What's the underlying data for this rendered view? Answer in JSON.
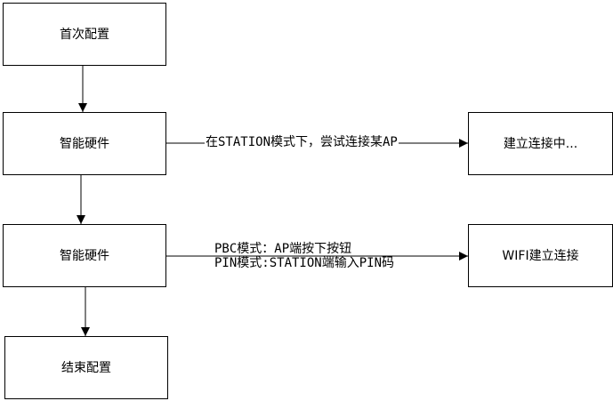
{
  "nodes": {
    "first_config": "首次配置",
    "smart_device_1": "智能硬件",
    "smart_device_2": "智能硬件",
    "end_config": "结束配置",
    "connecting": "建立连接中...",
    "wifi_connect": "WIFI建立连接"
  },
  "edges": {
    "station_try": "在STATION模式下，尝试连接某AP",
    "pbc_mode": "PBC模式：AP端按下按钮",
    "pin_mode": "PIN模式:STATION端输入PIN码"
  },
  "colors": {
    "stroke": "#000000",
    "background": "#ffffff"
  }
}
